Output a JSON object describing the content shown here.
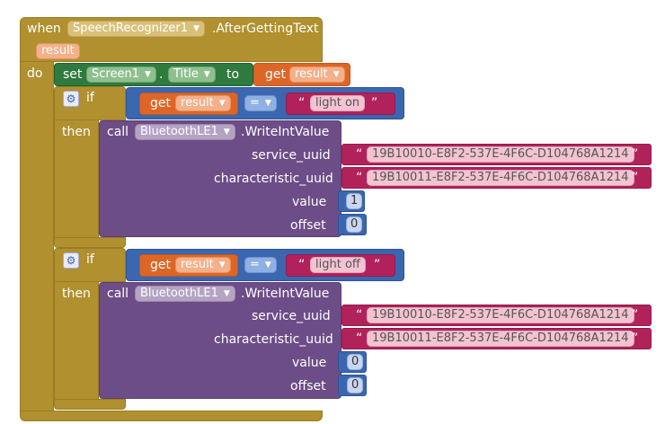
{
  "event": {
    "when": "when",
    "component": "SpeechRecognizer1",
    "event_name": ".AfterGettingText",
    "param": "result",
    "do": "do"
  },
  "set_block": {
    "set": "set",
    "component": "Screen1",
    "dot": ".",
    "property": "Title",
    "to": "to",
    "get": "get",
    "var": "result"
  },
  "if_blocks": [
    {
      "if": "if",
      "get": "get",
      "var": "result",
      "op": "=",
      "text": "light on",
      "then": "then",
      "call": "call",
      "component": "BluetoothLE1",
      "method": ".WriteIntValue",
      "params": {
        "service_label": "service_uuid",
        "service_value": "19B10010-E8F2-537E-4F6C-D104768A1214",
        "char_label": "characteristic_uuid",
        "char_value": "19B10011-E8F2-537E-4F6C-D104768A1214",
        "value_label": "value",
        "value": "1",
        "offset_label": "offset",
        "offset": "0"
      }
    },
    {
      "if": "if",
      "get": "get",
      "var": "result",
      "op": "=",
      "text": "light off",
      "then": "then",
      "call": "call",
      "component": "BluetoothLE1",
      "method": ".WriteIntValue",
      "params": {
        "service_label": "service_uuid",
        "service_value": "19B10010-E8F2-537E-4F6C-D104768A1214",
        "char_label": "characteristic_uuid",
        "char_value": "19B10011-E8F2-537E-4F6C-D104768A1214",
        "value_label": "value",
        "value": "0",
        "offset_label": "offset",
        "offset": "0"
      }
    }
  ],
  "icons": {
    "mutator": "gear-icon",
    "dropdown": "triangle-down-icon"
  },
  "colors": {
    "event": "#b0902f",
    "set": "#2f7a3e",
    "variable": "#dd6627",
    "control": "#3b66b0",
    "component": "#6d4d87",
    "text": "#b2225a"
  }
}
